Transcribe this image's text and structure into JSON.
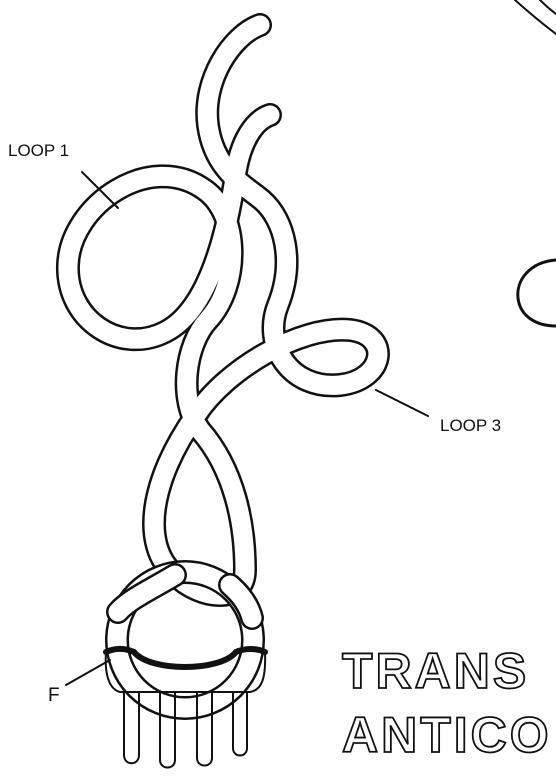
{
  "labels": {
    "loop1": "LOOP 1",
    "loop3": "LOOP 3",
    "f": "F"
  },
  "fragments": {
    "line1": "TRANS",
    "line2": "ANTICO"
  },
  "colors": {
    "ink": "#111111",
    "paper": "#ffffff"
  }
}
